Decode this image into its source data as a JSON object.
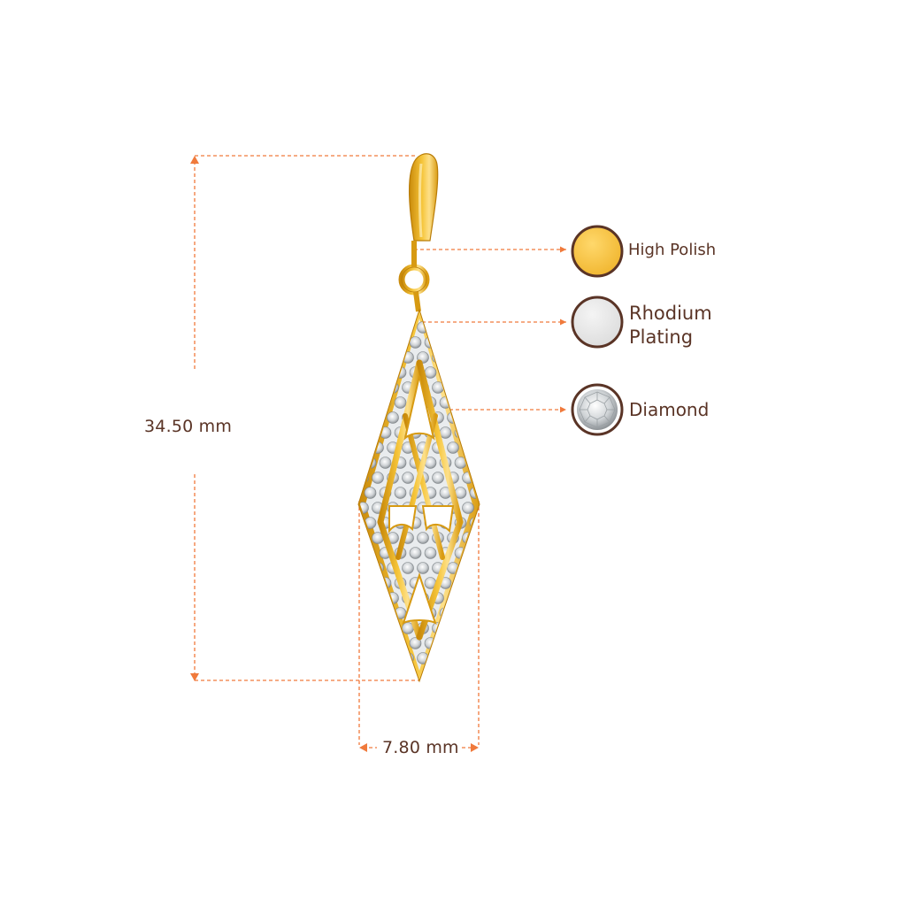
{
  "dimensions": {
    "height_label": "34.50 mm",
    "width_label": "7.80 mm"
  },
  "legend": [
    {
      "line1": "High Polish",
      "line2": "",
      "swatch_color": "#f5c242",
      "swatch_icon": "gold-swatch-icon"
    },
    {
      "line1": "Rhodium",
      "line2": "Plating",
      "swatch_color": "#e4e4e4",
      "swatch_icon": "rhodium-swatch-icon"
    },
    {
      "line1": "Diamond",
      "line2": "",
      "swatch_color": "#f2f2f2",
      "swatch_icon": "diamond-swatch-icon"
    }
  ],
  "colors": {
    "dimension_line": "#f07a3c",
    "swatch_border": "#5a3426",
    "text": "#5a3426",
    "gold": "#f3b522",
    "gold_dark": "#c98a0a",
    "rhodium": "#e8e8e8"
  }
}
